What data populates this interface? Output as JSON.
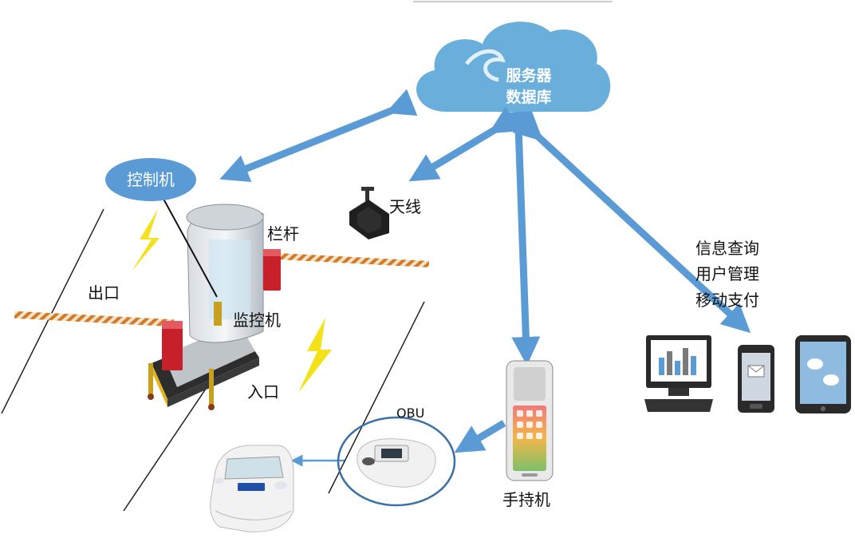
{
  "cloud": {
    "line1": "服务器",
    "line2": "数据库"
  },
  "nodes": {
    "controller": "控制机",
    "antenna": "天线",
    "barrier": "栏杆",
    "exit": "出口",
    "monitor": "监控机",
    "entrance": "入口",
    "obu": "OBU",
    "handheld": "手持机"
  },
  "services": [
    "信息查询",
    "用户管理",
    "移动支付"
  ],
  "colors": {
    "arrow": "#5b9bd5",
    "cloud": "#6aaedc",
    "controller_fill": "#5b9bd5",
    "yellow_arrow": "#f3e11a",
    "gate_red": "#c8202a",
    "barrier_stripe": "#d07a2a"
  }
}
